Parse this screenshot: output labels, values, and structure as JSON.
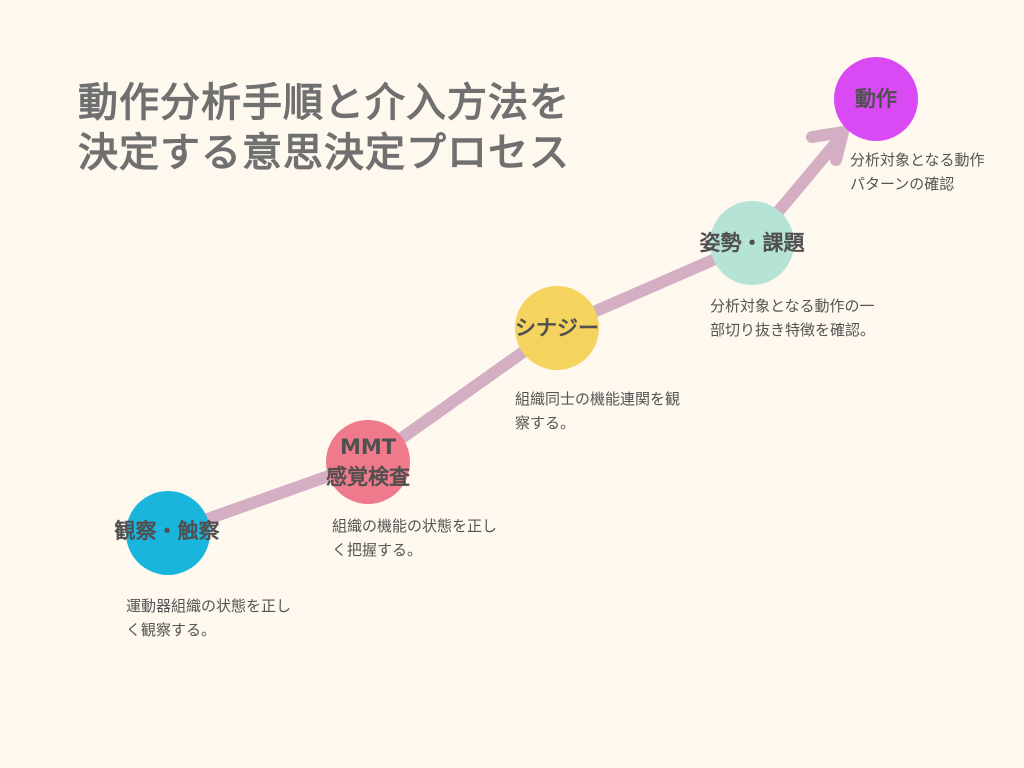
{
  "title_lines": [
    "動作分析手順と介入方法を",
    "決定する意思決定プロセス"
  ],
  "colors": {
    "background": "#fef8ee",
    "path": "#d4afc4"
  },
  "steps": [
    {
      "label": "観察・触察",
      "description": "運動器組織の状態を正し\nく観察する。",
      "color": "#1ab5dd"
    },
    {
      "label_line1": "MMT",
      "label": "感覚検査",
      "description": "組織の機能の状態を正し\nく把握する。",
      "color": "#ef7a8c"
    },
    {
      "label": "シナジー",
      "description": "組織同士の機能連関を観\n察する。",
      "color": "#f4d35e"
    },
    {
      "label": "姿勢・課題",
      "description": "分析対象となる動作の一\n部切り抜き特徴を確認。",
      "color": "#b5e3d6"
    },
    {
      "label": "動作",
      "description": "分析対象となる動作\nパターンの確認",
      "color": "#d94af5"
    }
  ]
}
